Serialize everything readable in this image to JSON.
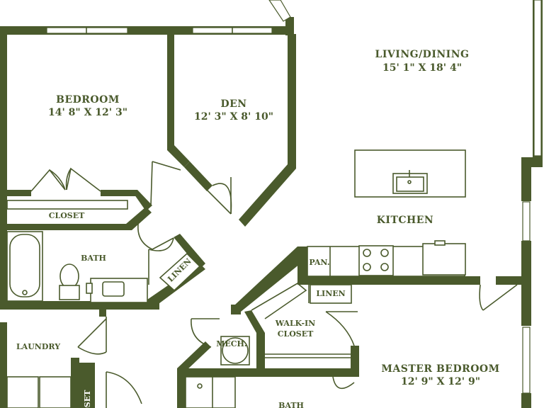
{
  "colors": {
    "wall": "#4a5a2c",
    "background": "#ffffff"
  },
  "rooms": {
    "living_dining": {
      "name": "LIVING/DINING",
      "dims": "15' 1\" X 18' 4\""
    },
    "bedroom": {
      "name": "BEDROOM",
      "dims": "14' 8\" X 12' 3\""
    },
    "den": {
      "name": "DEN",
      "dims": "12' 3\" X 8' 10\""
    },
    "kitchen": {
      "name": "KITCHEN"
    },
    "master_bedroom": {
      "name": "MASTER BEDROOM",
      "dims": "12' 9\" X 12' 9\""
    },
    "bath": {
      "name": "BATH"
    },
    "bath2": {
      "name": "BATH"
    },
    "closet": {
      "name": "CLOSET"
    },
    "closet2": {
      "name": "CLOSET"
    },
    "linen": {
      "name": "LINEN"
    },
    "linen2": {
      "name": "LINEN"
    },
    "pantry": {
      "name": "PAN."
    },
    "walk_in_closet": {
      "line1": "WALK-IN",
      "line2": "CLOSET"
    },
    "mech": {
      "name": "MECH."
    },
    "laundry": {
      "name": "LAUNDRY"
    }
  }
}
